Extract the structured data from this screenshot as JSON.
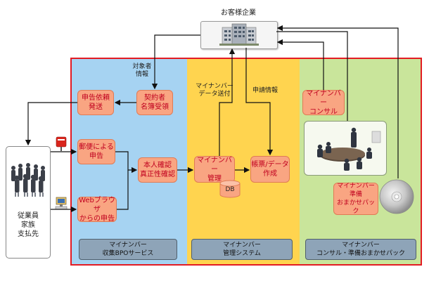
{
  "customer": {
    "label": "お客様企業",
    "icon": "office-building-icon"
  },
  "employees": {
    "label": "従業員\n家族\n支払先",
    "icon": "people-crowd-icon"
  },
  "labels": {
    "target_info": "対象者\n情報",
    "mynumber_send": "マイナンバー\nデータ送付",
    "application_info": "申請情報"
  },
  "nodes": {
    "contract_roster": "契約者\n名簿受領",
    "request_send": "申告依頼\n発送",
    "mail_report": "郵便による\n申告",
    "web_report": "Webブラウザ\nからの申告",
    "identity_check": "本人確認\n真正性確認",
    "mynumber_mgmt": "マイナンバー\n管理",
    "db": "DB",
    "form_create": "帳票/データ\n作成",
    "mynumber_consult": "マイナンバー\nコンサル",
    "prep_pack": "マイナンバー\n準備\nおまかせパック"
  },
  "systems": {
    "bpo": "マイナンバー\n収集BPOサービス",
    "mgmt": "マイナンバー\n管理システム",
    "consult": "マイナンバー\nコンサル・準備おまかせパック"
  },
  "icons": {
    "mailbox": "mailbox-icon",
    "computer": "computer-icon",
    "meeting": "meeting-icon",
    "disc": "cd-disc-icon"
  },
  "colors": {
    "blue_panel": "#a6d3f2",
    "yellow_panel": "#ffd44f",
    "green_panel": "#c9e59b",
    "frame": "#e31b23",
    "node_fill": "#f9a582",
    "node_text": "#c0001f"
  }
}
